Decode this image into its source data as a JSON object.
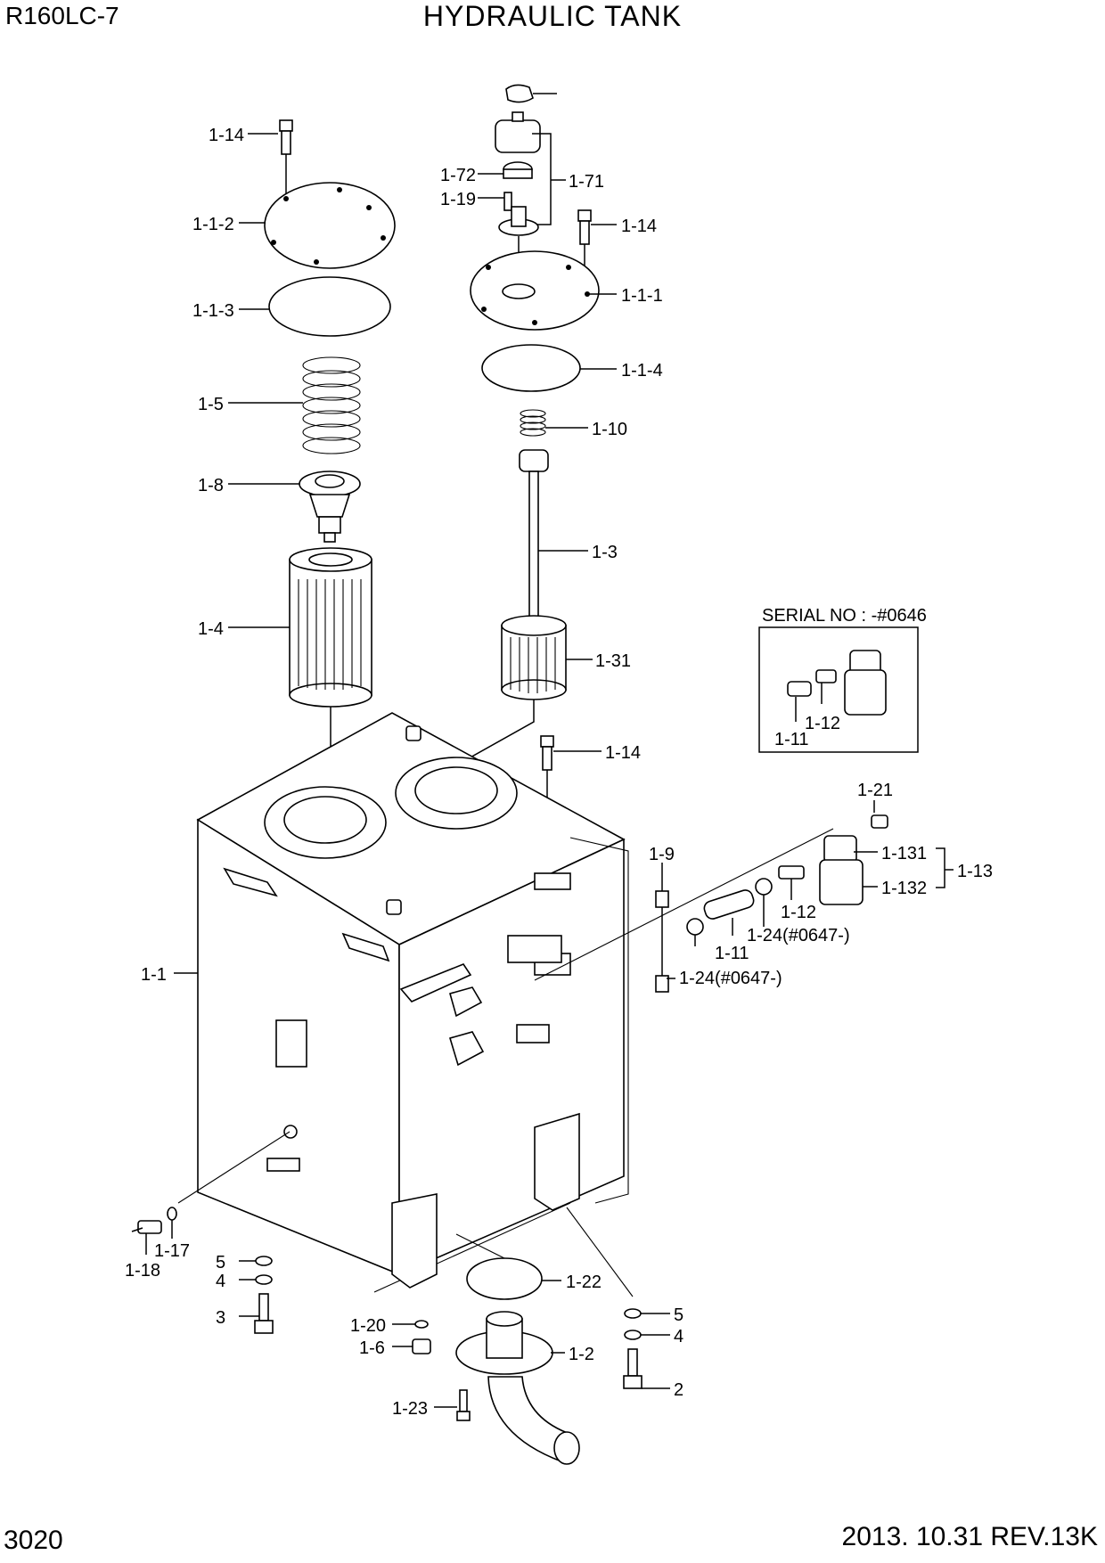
{
  "header": {
    "model": "R160LC-7",
    "title": "HYDRAULIC TANK"
  },
  "footer": {
    "page_number": "3020",
    "date_revision": "2013. 10.31  REV.13K"
  },
  "inset": {
    "serial_label": "SERIAL NO : -#0646"
  },
  "callouts": {
    "c1_14_a": "1-14",
    "c1_1_2": "1-1-2",
    "c1_1_3": "1-1-3",
    "c1_5": "1-5",
    "c1_8": "1-8",
    "c1_4": "1-4",
    "c1_72": "1-72",
    "c1_19": "1-19",
    "c1_71": "1-71",
    "c1_14_b": "1-14",
    "c1_1_1": "1-1-1",
    "c1_1_4": "1-1-4",
    "c1_10": "1-10",
    "c1_3": "1-3",
    "c1_31": "1-31",
    "c1_14_c": "1-14",
    "c1_1": "1-1",
    "c1_9": "1-9",
    "c1_21": "1-21",
    "c1_131": "1-131",
    "c1_132": "1-132",
    "c1_13": "1-13",
    "c1_12_a": "1-12",
    "c1_24_a": "1-24(#0647-)",
    "c1_11_a": "1-11",
    "c1_24_b": "1-24(#0647-)",
    "c1_12_b": "1-12",
    "c1_11_b": "1-11",
    "c1_17": "1-17",
    "c1_18": "1-18",
    "c5_a": "5",
    "c4_a": "4",
    "c3": "3",
    "c1_22": "1-22",
    "c1_20": "1-20",
    "c1_6": "1-6",
    "c1_2": "1-2",
    "c1_23": "1-23",
    "c5_b": "5",
    "c4_b": "4",
    "c2": "2"
  }
}
